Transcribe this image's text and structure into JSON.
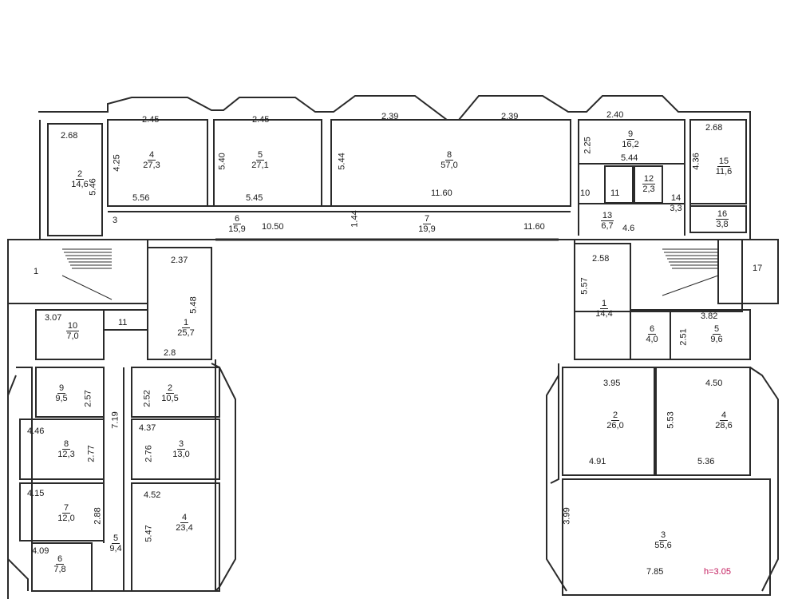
{
  "plan": {
    "height_note": "h=3.05",
    "left_wing": {
      "rooms": [
        {
          "no": "1",
          "area": ""
        },
        {
          "no": "2",
          "area": "14,6"
        },
        {
          "no": "4",
          "area": "27,3"
        },
        {
          "no": "5",
          "area": "27,1"
        },
        {
          "no": "8",
          "area": "57,0"
        },
        {
          "no": "6",
          "area": "15,9"
        },
        {
          "no": "7",
          "area": "19,9"
        },
        {
          "no": "1",
          "area": "25,7"
        },
        {
          "no": "10",
          "area": "7,0"
        },
        {
          "no": "11",
          "area": ""
        },
        {
          "no": "9",
          "area": "9,5"
        },
        {
          "no": "2",
          "area": "10,5"
        },
        {
          "no": "8",
          "area": "12,3"
        },
        {
          "no": "3",
          "area": "13,0"
        },
        {
          "no": "7",
          "area": "12,0"
        },
        {
          "no": "4",
          "area": "23,4"
        },
        {
          "no": "5",
          "area": "9,4"
        },
        {
          "no": "6",
          "area": "7,8"
        }
      ]
    },
    "right_wing": {
      "rooms": [
        {
          "no": "9",
          "area": "16,2"
        },
        {
          "no": "15",
          "area": "11,6"
        },
        {
          "no": "10",
          "area": ""
        },
        {
          "no": "11",
          "area": ""
        },
        {
          "no": "12",
          "area": "2,3"
        },
        {
          "no": "14",
          "area": "3,3"
        },
        {
          "no": "13",
          "area": "6,7"
        },
        {
          "no": "16",
          "area": "3,8"
        },
        {
          "no": "17",
          "area": ""
        },
        {
          "no": "1",
          "area": "14,4"
        },
        {
          "no": "6",
          "area": "4,0"
        },
        {
          "no": "5",
          "area": "9,6"
        },
        {
          "no": "2",
          "area": "26,0"
        },
        {
          "no": "4",
          "area": "28,6"
        },
        {
          "no": "3",
          "area": "55,6"
        }
      ]
    },
    "dimensions": {
      "d2_68a": "2.68",
      "d5_46": "5.46",
      "d2_45a": "2.45",
      "d4_25": "4.25",
      "d5_56": "5.56",
      "d2_45b": "2.45",
      "d5_40": "5.40",
      "d5_45": "5.45",
      "d2_39a": "2.39",
      "d2_39b": "2.39",
      "d5_44v": "5.44",
      "d11_60a": "11.60",
      "d3": "3",
      "d10_50": "10.50",
      "d1_44": "1.44",
      "d11_60b": "11.60",
      "d2_40": "2.40",
      "d2_25": "2.25",
      "d5_44h": "5.44",
      "d2_68b": "2.68",
      "d4_36": "4.36",
      "d4_6": "4.6",
      "d2_37": "2.37",
      "d5_48": "5.48",
      "d2_8": "2.8",
      "d3_07": "3.07",
      "d2_57": "2.57",
      "d2_52": "2.52",
      "d7_19": "7.19",
      "d4_46": "4.46",
      "d4_37": "4.37",
      "d2_77": "2.77",
      "d2_76": "2.76",
      "d4_15": "4.15",
      "d4_52": "4.52",
      "d2_88": "2.88",
      "d5_47": "5.47",
      "d4_09": "4.09",
      "d2_58": "2.58",
      "d5_57": "5.57",
      "d3_82": "3.82",
      "d2_51": "2.51",
      "d3_95": "3.95",
      "d4_50": "4.50",
      "d5_53": "5.53",
      "d4_91": "4.91",
      "d5_36": "5.36",
      "d3_99": "3.99",
      "d7_85": "7.85"
    }
  }
}
